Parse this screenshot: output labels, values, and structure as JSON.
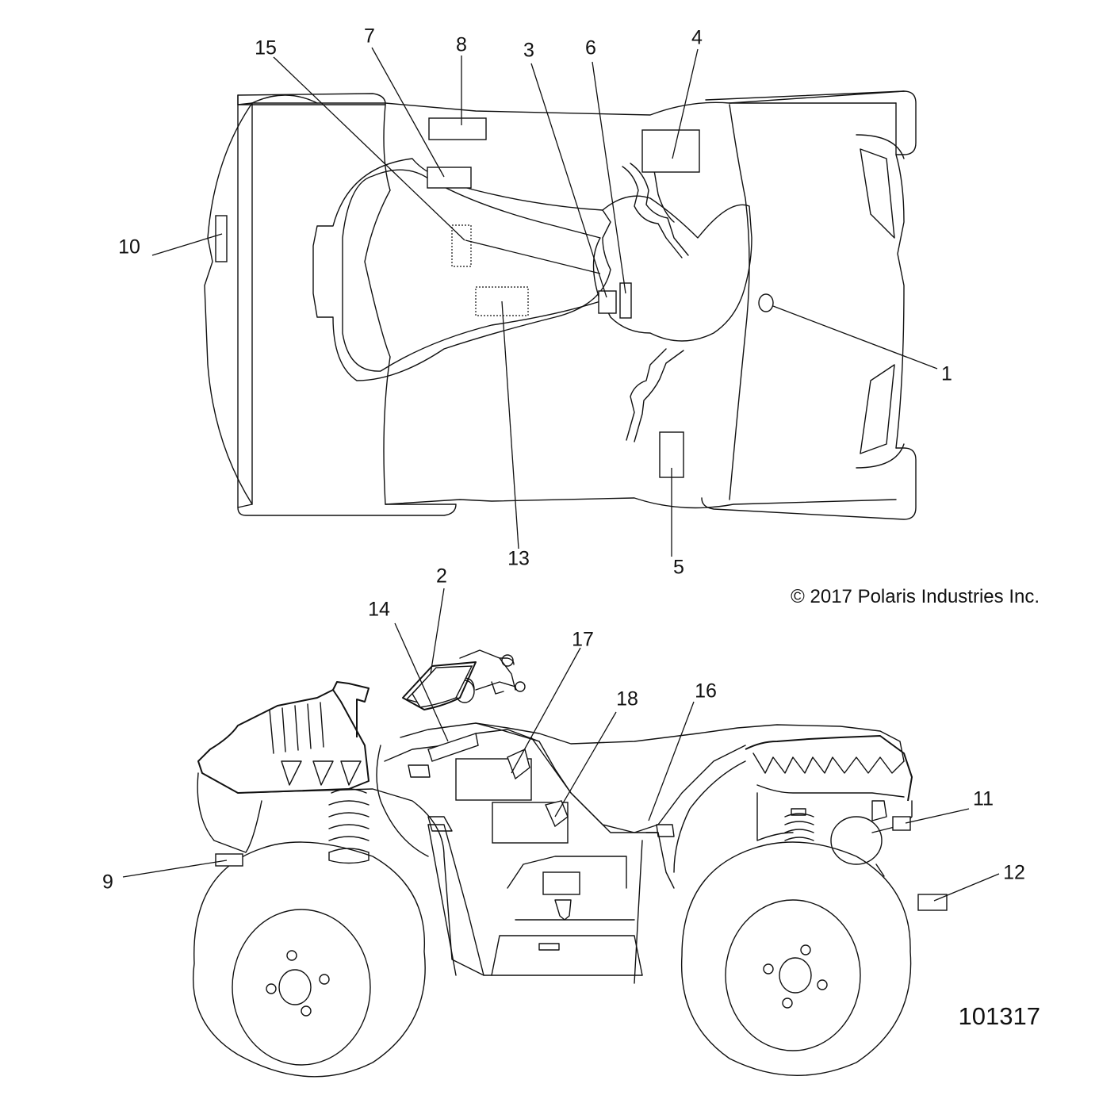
{
  "figure": {
    "copyright": "© 2017 Polaris Industries Inc.",
    "code": "101317"
  },
  "callouts": [
    {
      "id": "1",
      "label": "1"
    },
    {
      "id": "2",
      "label": "2"
    },
    {
      "id": "3",
      "label": "3"
    },
    {
      "id": "4",
      "label": "4"
    },
    {
      "id": "5",
      "label": "5"
    },
    {
      "id": "6",
      "label": "6"
    },
    {
      "id": "7",
      "label": "7"
    },
    {
      "id": "8",
      "label": "8"
    },
    {
      "id": "9",
      "label": "9"
    },
    {
      "id": "10",
      "label": "10"
    },
    {
      "id": "11",
      "label": "11"
    },
    {
      "id": "12",
      "label": "12"
    },
    {
      "id": "13",
      "label": "13"
    },
    {
      "id": "14",
      "label": "14"
    },
    {
      "id": "15",
      "label": "15"
    },
    {
      "id": "16",
      "label": "16"
    },
    {
      "id": "17",
      "label": "17"
    },
    {
      "id": "18",
      "label": "18"
    }
  ]
}
